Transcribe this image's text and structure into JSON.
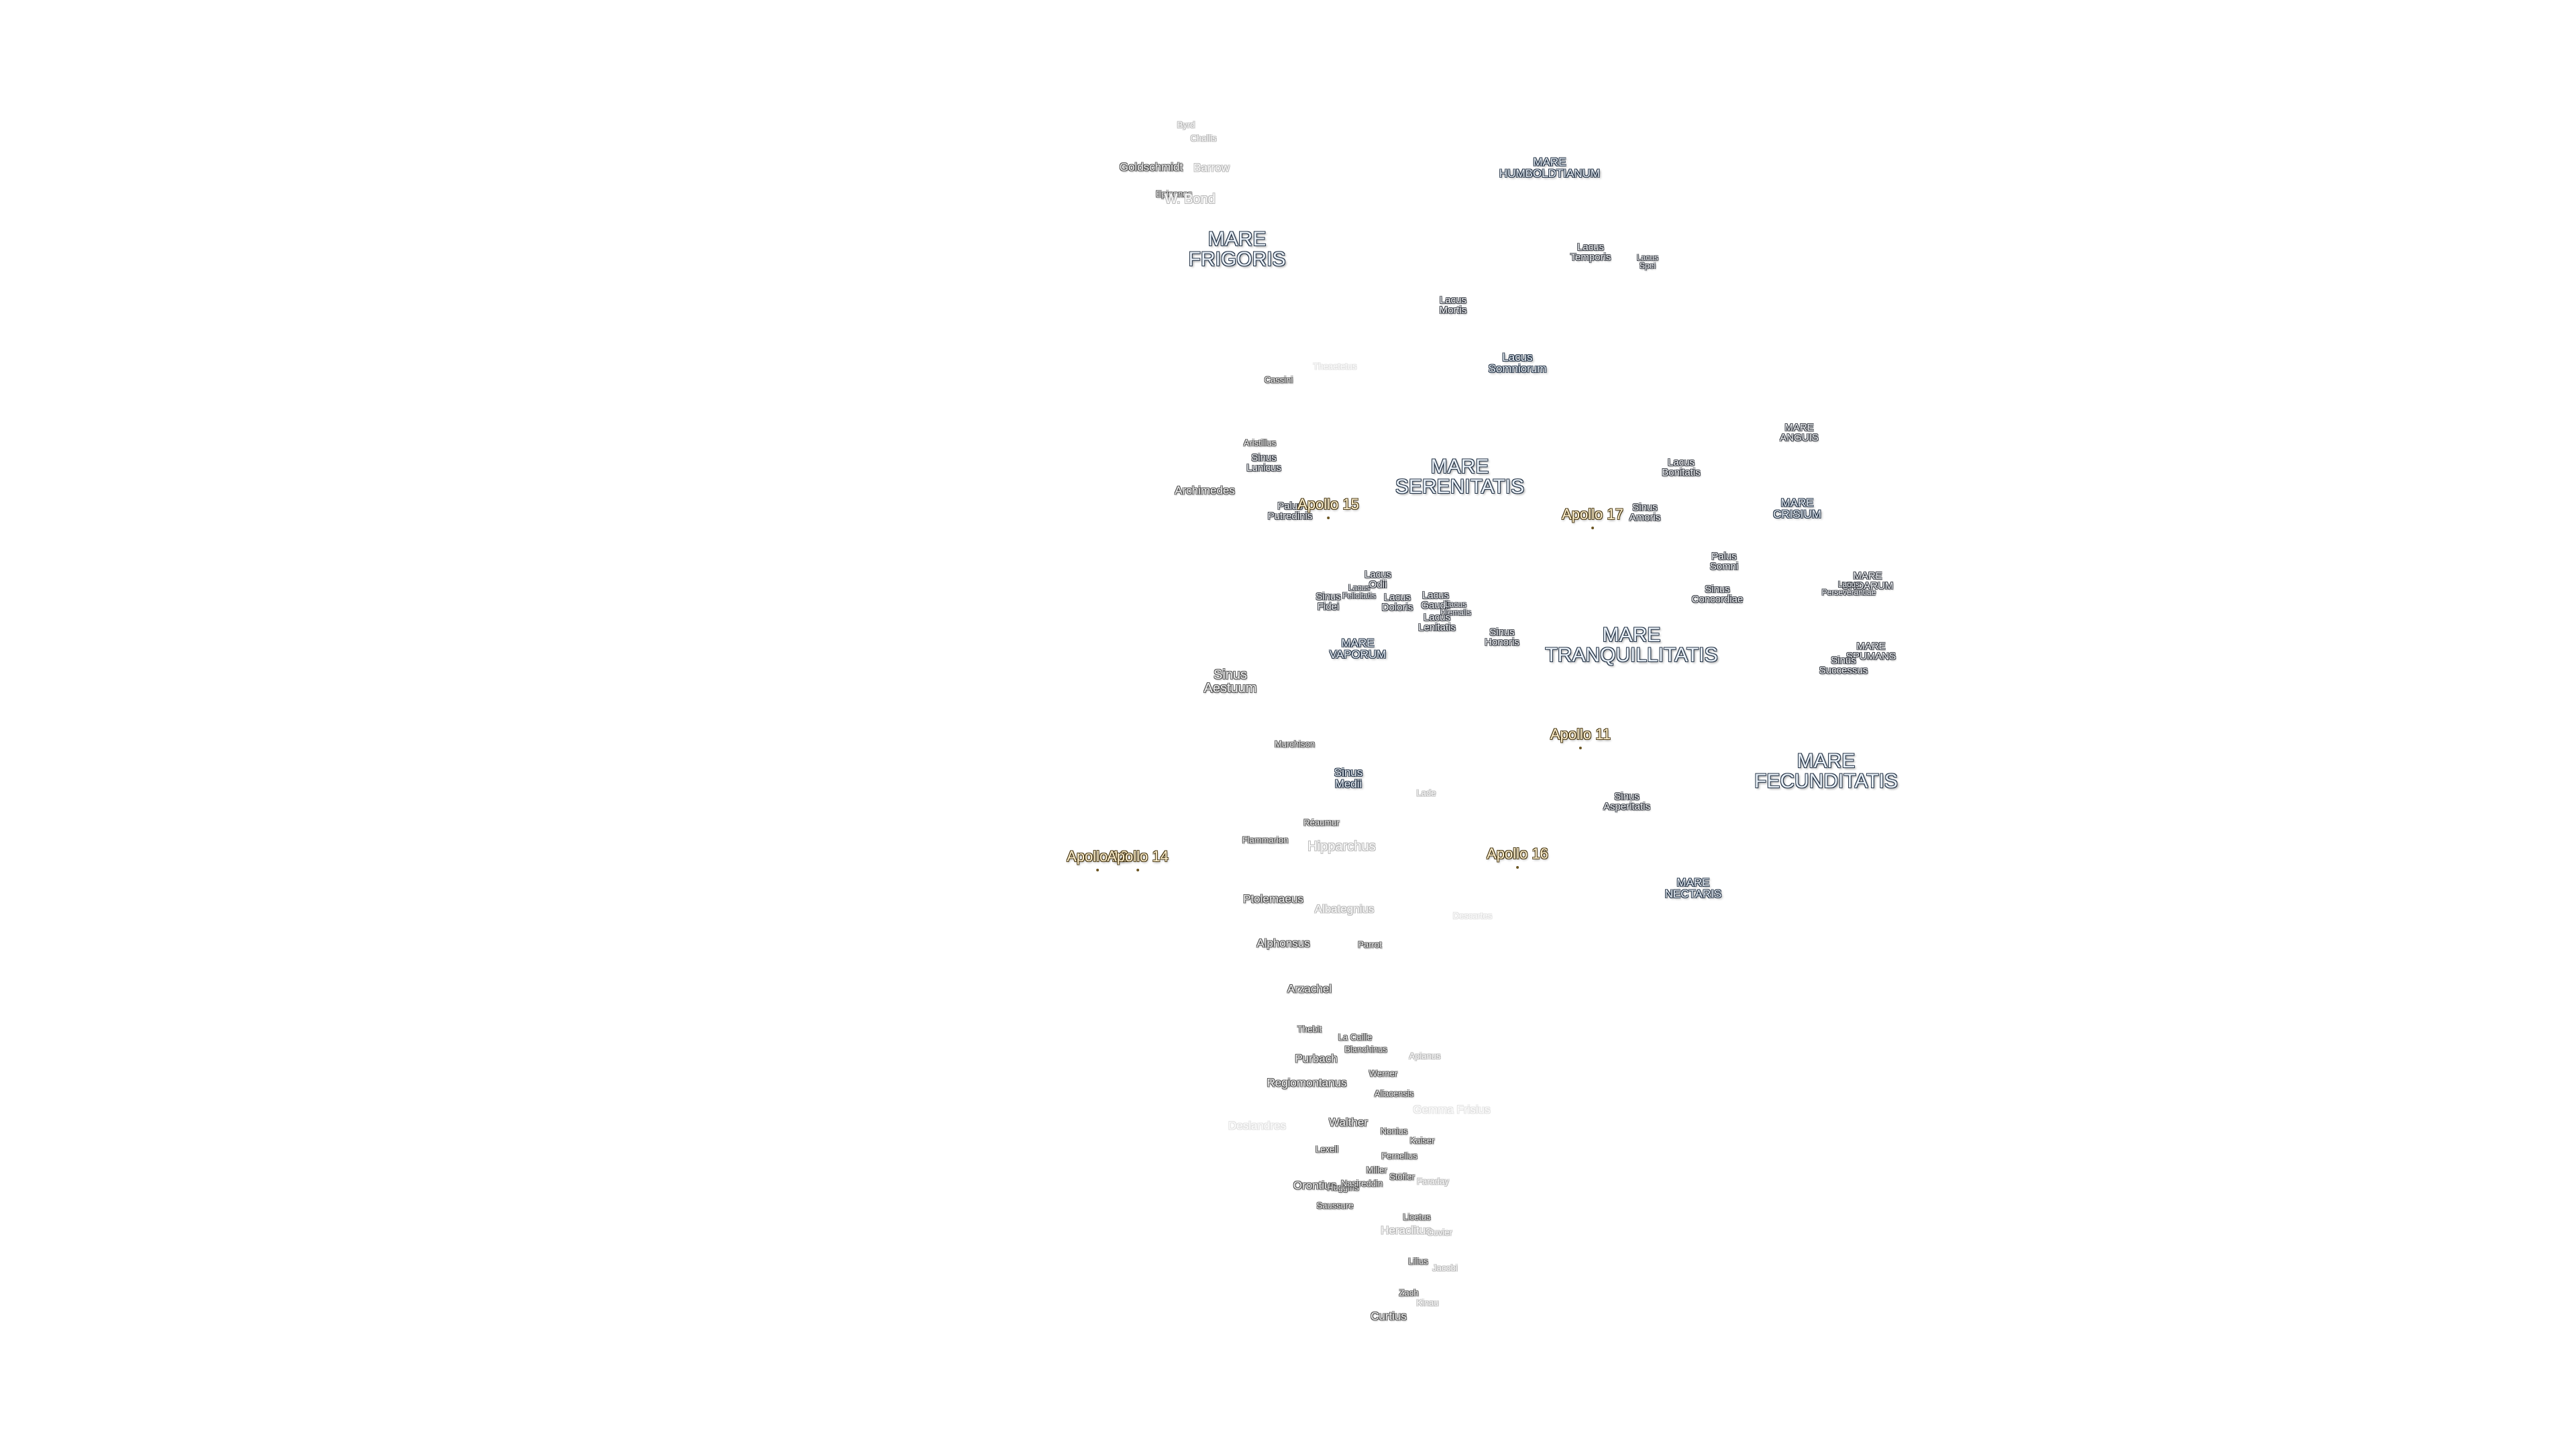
{
  "labels": [
    {
      "name": "MARE FRIGORIS",
      "lines": [
        "MARE",
        "FRIGORIS"
      ],
      "kind": "mare"
    },
    {
      "name": "MARE HUMBOLDTIANUM",
      "lines": [
        "MARE",
        "HUMBOLDTIANUM"
      ],
      "kind": "mare-sm"
    },
    {
      "name": "Lacus Temporis",
      "lines": [
        "Lacus",
        "Temporis"
      ],
      "kind": "minor"
    },
    {
      "name": "Lacus Spei",
      "lines": [
        "Lacus",
        "Spei"
      ],
      "kind": "minor-sm"
    },
    {
      "name": "Lacus Mortis",
      "lines": [
        "Lacus",
        "Mortis"
      ],
      "kind": "minor"
    },
    {
      "name": "Lacus Somniorum",
      "lines": [
        "Lacus",
        "Somniorum"
      ],
      "kind": "mare-sm"
    },
    {
      "name": "MARE SERENITATIS",
      "lines": [
        "MARE",
        "SERENITATIS"
      ],
      "kind": "mare"
    },
    {
      "name": "MARE ANGUIS",
      "lines": [
        "MARE",
        "ANGUIS"
      ],
      "kind": "minor"
    },
    {
      "name": "Lacus Bonitatis",
      "lines": [
        "Lacus",
        "Bonitatis"
      ],
      "kind": "minor"
    },
    {
      "name": "Sinus Amoris",
      "lines": [
        "Sinus",
        "Amoris"
      ],
      "kind": "minor"
    },
    {
      "name": "MARE CRISIUM",
      "lines": [
        "MARE",
        "CRISIUM"
      ],
      "kind": "mare-sm"
    },
    {
      "name": "Palus Somni",
      "lines": [
        "Palus",
        "Somni"
      ],
      "kind": "minor"
    },
    {
      "name": "Sinus Concordiae",
      "lines": [
        "Sinus",
        "Concordiae"
      ],
      "kind": "minor"
    },
    {
      "name": "MARE UNDARUM",
      "lines": [
        "MARE",
        "UNDARUM"
      ],
      "kind": "minor"
    },
    {
      "name": "Lacus Perseverantiae",
      "lines": [
        "Lacus",
        "Perseverantiae"
      ],
      "kind": "minor-sm"
    },
    {
      "name": "MARE SPUMANS",
      "lines": [
        "MARE",
        "SPUMANS"
      ],
      "kind": "minor"
    },
    {
      "name": "Sinus Successus",
      "lines": [
        "Sinus",
        "Successus"
      ],
      "kind": "minor"
    },
    {
      "name": "Sinus Lunicus",
      "lines": [
        "Sinus",
        "Lunicus"
      ],
      "kind": "minor"
    },
    {
      "name": "Palus Putredinis",
      "lines": [
        "Palus",
        "Putredinis"
      ],
      "kind": "minor"
    },
    {
      "name": "Lacus Odii",
      "lines": [
        "Lacus",
        "Odii"
      ],
      "kind": "minor"
    },
    {
      "name": "Lacus Felicitatis",
      "lines": [
        "Lacus",
        "Felicitatis"
      ],
      "kind": "minor-sm"
    },
    {
      "name": "Sinus Fidei",
      "lines": [
        "Sinus",
        "Fidei"
      ],
      "kind": "minor"
    },
    {
      "name": "Lacus Doloris",
      "lines": [
        "Lacus",
        "Doloris"
      ],
      "kind": "minor"
    },
    {
      "name": "Lacus Gaudii",
      "lines": [
        "Lacus",
        "Gaudii"
      ],
      "kind": "minor"
    },
    {
      "name": "Lacus Hiemalis",
      "lines": [
        "Lacus",
        "Hiemalis"
      ],
      "kind": "minor-sm"
    },
    {
      "name": "Lacus Lenitatis",
      "lines": [
        "Lacus",
        "Lenitatis"
      ],
      "kind": "minor"
    },
    {
      "name": "MARE VAPORUM",
      "lines": [
        "MARE",
        "VAPORUM"
      ],
      "kind": "mare-sm"
    },
    {
      "name": "Sinus Honoris",
      "lines": [
        "Sinus",
        "Honoris"
      ],
      "kind": "minor"
    },
    {
      "name": "MARE TRANQUILLITATIS",
      "lines": [
        "MARE",
        "TRANQUILLITATIS"
      ],
      "kind": "mare"
    },
    {
      "name": "Sinus Aestuum",
      "lines": [
        "Sinus",
        "Aestuum"
      ],
      "kind": "crater-big"
    },
    {
      "name": "Sinus Medii",
      "lines": [
        "Sinus",
        "Medii"
      ],
      "kind": "mare-sm"
    },
    {
      "name": "MARE FECUNDITATIS",
      "lines": [
        "MARE",
        "FECUNDITATIS"
      ],
      "kind": "mare"
    },
    {
      "name": "Sinus Asperitatis",
      "lines": [
        "Sinus",
        "Asperitatis"
      ],
      "kind": "minor"
    },
    {
      "name": "MARE NECTARIS",
      "lines": [
        "MARE",
        "NECTARIS"
      ],
      "kind": "mare-sm"
    },
    {
      "name": "Byrd",
      "lines": [
        "Byrd"
      ],
      "kind": "crater-faint-sm"
    },
    {
      "name": "Challis",
      "lines": [
        "Challis"
      ],
      "kind": "crater-faint-sm"
    },
    {
      "name": "Goldschmidt",
      "lines": [
        "Goldschmidt"
      ],
      "kind": "crater"
    },
    {
      "name": "Barrow",
      "lines": [
        "Barrow"
      ],
      "kind": "crater-faint"
    },
    {
      "name": "Epigenes",
      "lines": [
        "Epigenes"
      ],
      "kind": "crater-sm"
    },
    {
      "name": "W. Bond",
      "lines": [
        "W. Bond"
      ],
      "kind": "crater-faint-big"
    },
    {
      "name": "Cassini",
      "lines": [
        "Cassini"
      ],
      "kind": "crater-sm"
    },
    {
      "name": "Theaetetus",
      "lines": [
        "Theaetetus"
      ],
      "kind": "crater-vfaint-sm"
    },
    {
      "name": "Aristillus",
      "lines": [
        "Aristillus"
      ],
      "kind": "crater-sm"
    },
    {
      "name": "Archimedes",
      "lines": [
        "Archimedes"
      ],
      "kind": "crater"
    },
    {
      "name": "Murchison",
      "lines": [
        "Murchison"
      ],
      "kind": "crater-sm"
    },
    {
      "name": "Lade",
      "lines": [
        "Lade"
      ],
      "kind": "crater-faint-sm"
    },
    {
      "name": "Réaumur",
      "lines": [
        "Réaumur"
      ],
      "kind": "crater-sm"
    },
    {
      "name": "Flammarion",
      "lines": [
        "Flammarion"
      ],
      "kind": "crater-sm"
    },
    {
      "name": "Hipparchus",
      "lines": [
        "Hipparchus"
      ],
      "kind": "crater-faint-big"
    },
    {
      "name": "Ptolemaeus",
      "lines": [
        "Ptolemaeus"
      ],
      "kind": "crater"
    },
    {
      "name": "Albategnius",
      "lines": [
        "Albategnius"
      ],
      "kind": "crater-faint"
    },
    {
      "name": "Descartes",
      "lines": [
        "Descartes"
      ],
      "kind": "crater-vfaint-sm"
    },
    {
      "name": "Alphonsus",
      "lines": [
        "Alphonsus"
      ],
      "kind": "crater"
    },
    {
      "name": "Parrot",
      "lines": [
        "Parrot"
      ],
      "kind": "crater-sm"
    },
    {
      "name": "Arzachel",
      "lines": [
        "Arzachel"
      ],
      "kind": "crater"
    },
    {
      "name": "Thebit",
      "lines": [
        "Thebit"
      ],
      "kind": "crater-sm"
    },
    {
      "name": "La Caille",
      "lines": [
        "La Caille"
      ],
      "kind": "crater-sm"
    },
    {
      "name": "Blanchinus",
      "lines": [
        "Blanchinus"
      ],
      "kind": "crater-sm"
    },
    {
      "name": "Purbach",
      "lines": [
        "Purbach"
      ],
      "kind": "crater"
    },
    {
      "name": "Apianus",
      "lines": [
        "Apianus"
      ],
      "kind": "crater-faint-sm"
    },
    {
      "name": "Werner",
      "lines": [
        "Werner"
      ],
      "kind": "crater-sm"
    },
    {
      "name": "Regiomontanus",
      "lines": [
        "Regiomontanus"
      ],
      "kind": "crater"
    },
    {
      "name": "Aliacensis",
      "lines": [
        "Aliacensis"
      ],
      "kind": "crater-sm"
    },
    {
      "name": "Gemma Frisius",
      "lines": [
        "Gemma Frisius"
      ],
      "kind": "crater-vfaint"
    },
    {
      "name": "Deslandres",
      "lines": [
        "Deslandres"
      ],
      "kind": "crater-vfaint"
    },
    {
      "name": "Walther",
      "lines": [
        "Walther"
      ],
      "kind": "crater"
    },
    {
      "name": "Nonius",
      "lines": [
        "Nonius"
      ],
      "kind": "crater-sm"
    },
    {
      "name": "Kaiser",
      "lines": [
        "Kaiser"
      ],
      "kind": "crater-sm"
    },
    {
      "name": "Lexell",
      "lines": [
        "Lexell"
      ],
      "kind": "crater-sm"
    },
    {
      "name": "Fernelius",
      "lines": [
        "Fernelius"
      ],
      "kind": "crater-sm"
    },
    {
      "name": "Miller",
      "lines": [
        "Miller"
      ],
      "kind": "crater-sm"
    },
    {
      "name": "Stöfler",
      "lines": [
        "Stöfler"
      ],
      "kind": "crater-sm"
    },
    {
      "name": "Faraday",
      "lines": [
        "Faraday"
      ],
      "kind": "crater-faint-sm"
    },
    {
      "name": "Orontius",
      "lines": [
        "Orontius"
      ],
      "kind": "crater"
    },
    {
      "name": "Huggins",
      "lines": [
        "Huggins"
      ],
      "kind": "crater-sm"
    },
    {
      "name": "Nasireddin",
      "lines": [
        "Nasireddin"
      ],
      "kind": "crater-sm"
    },
    {
      "name": "Saussure",
      "lines": [
        "Saussure"
      ],
      "kind": "crater-sm"
    },
    {
      "name": "Licetus",
      "lines": [
        "Licetus"
      ],
      "kind": "crater-sm"
    },
    {
      "name": "Heraclitus",
      "lines": [
        "Heraclitus"
      ],
      "kind": "crater-faint"
    },
    {
      "name": "Cuvier",
      "lines": [
        "Cuvier"
      ],
      "kind": "crater-faint-sm"
    },
    {
      "name": "Lilius",
      "lines": [
        "Lilius"
      ],
      "kind": "crater-sm"
    },
    {
      "name": "Jacobi",
      "lines": [
        "Jacobi"
      ],
      "kind": "crater-faint-sm"
    },
    {
      "name": "Zach",
      "lines": [
        "Zach"
      ],
      "kind": "crater-sm"
    },
    {
      "name": "Kinau",
      "lines": [
        "Kinau"
      ],
      "kind": "crater-faint-sm"
    },
    {
      "name": "Curtius",
      "lines": [
        "Curtius"
      ],
      "kind": "crater"
    }
  ],
  "apollo_sites": [
    {
      "label": "Apollo 15"
    },
    {
      "label": "Apollo 17"
    },
    {
      "label": "Apollo 11"
    },
    {
      "label": "Apollo 12"
    },
    {
      "label": "Apollo 14"
    },
    {
      "label": "Apollo 16"
    }
  ]
}
